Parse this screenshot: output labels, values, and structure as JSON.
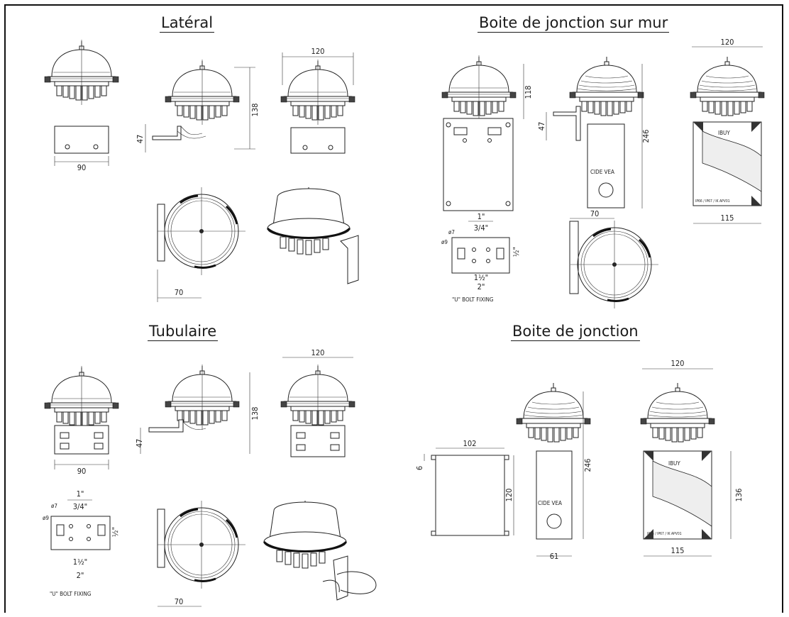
{
  "sections": {
    "lateral": {
      "title": "Latéral"
    },
    "wall_junction": {
      "title": "Boite de jonction sur mur"
    },
    "tubular": {
      "title": "Tubulaire"
    },
    "junction": {
      "title": "Boite de jonction"
    }
  },
  "dimensions": {
    "lateral": {
      "width_front": "90",
      "height_total": "138",
      "bracket_height": "47",
      "width_top": "120",
      "radius_base": "70"
    },
    "wall_junction": {
      "height_lamp": "118",
      "bracket_height": "47",
      "height_total": "246",
      "width_top": "120",
      "width_box": "115",
      "radius_base": "70"
    },
    "ubolt_wall": {
      "dim_1in": "1\"",
      "dim_3_4": "3/4\"",
      "dim_1_5": "1½\"",
      "dim_2in": "2\"",
      "dim_half": "½\"",
      "dia_7": "ø7",
      "dia_9": "ø9",
      "label": "\"U\" BOLT FIXING"
    },
    "tubular": {
      "width_front": "90",
      "height_total": "138",
      "bracket_height": "47",
      "width_top": "120",
      "radius_base": "70"
    },
    "ubolt_tubular": {
      "dim_1in": "1\"",
      "dim_3_4": "3/4\"",
      "dim_1_5": "1½\"",
      "dim_2in": "2\"",
      "dim_half": "½\"",
      "dia_7": "ø7",
      "dia_9": "ø9",
      "label": "\"U\" BOLT FIXING"
    },
    "junction": {
      "box_width": "102",
      "box_height": "120",
      "flange": "6",
      "height_total": "246",
      "depth": "61",
      "width_top": "120",
      "height_box": "136",
      "width_box": "115"
    }
  },
  "labels": {
    "box_side_text": "CIDE VEA",
    "box_front_text": "IBUY",
    "box_plate_text": "IP66 / IP67 / IK APV01"
  }
}
